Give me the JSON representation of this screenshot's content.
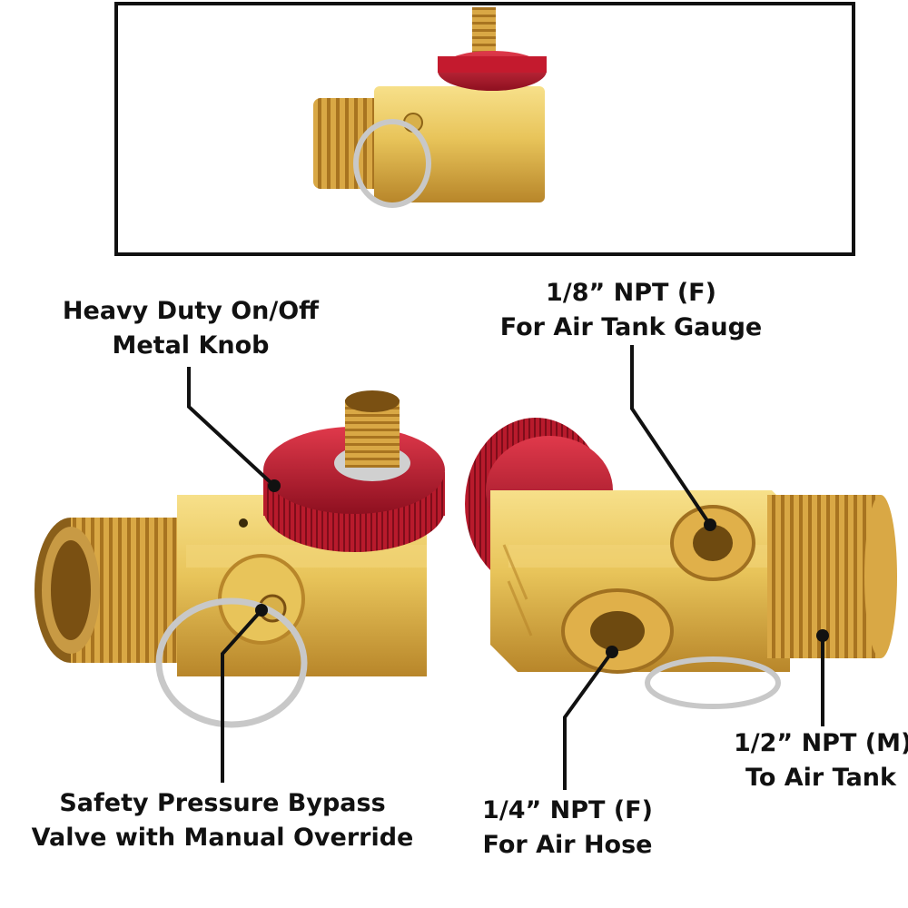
{
  "labels": {
    "knob": {
      "line1": "Heavy Duty On/Off",
      "line2": "Metal Knob"
    },
    "gauge": {
      "line1": "1/8” NPT (F)",
      "line2": "For Air Tank Gauge"
    },
    "bypass": {
      "line1": "Safety Pressure Bypass",
      "line2": "Valve with Manual Override"
    },
    "hose": {
      "line1": "1/4” NPT (F)",
      "line2": "For Air Hose"
    },
    "tank": {
      "line1": "1/2” NPT (M)",
      "line2": "To Air Tank"
    }
  },
  "colors": {
    "brass": "#e8c45a",
    "brass_dark": "#b8862a",
    "knob_red": "#c41a2e",
    "ring": "#c8c8c8"
  }
}
